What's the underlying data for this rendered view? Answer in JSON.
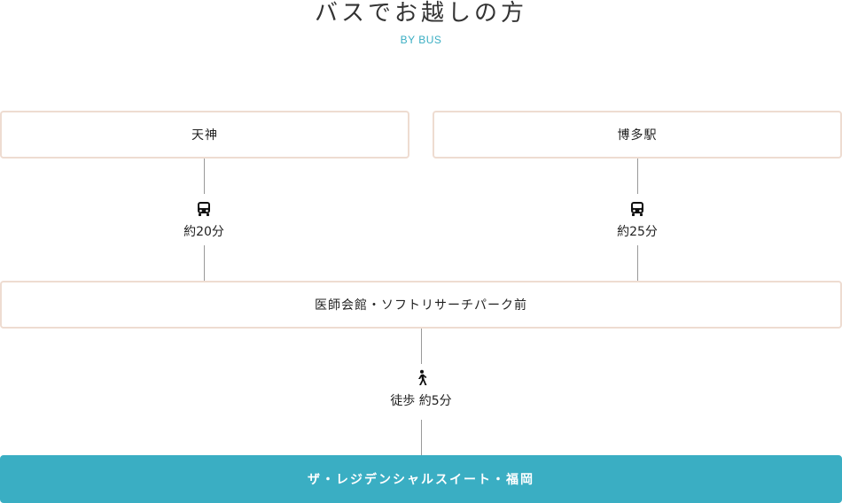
{
  "header": {
    "title": "バスでお越しの方",
    "subtitle": "BY BUS"
  },
  "routes": {
    "left": {
      "start": "天神",
      "mode_icon": "bus-icon",
      "duration": "約20分"
    },
    "right": {
      "start": "博多駅",
      "mode_icon": "bus-icon",
      "duration": "約25分"
    }
  },
  "transfer": {
    "stop": "医師会館・ソフトリサーチパーク前",
    "mode_icon": "walking-icon",
    "duration": "徒歩 約5分"
  },
  "destination": {
    "name": "ザ・レジデンシャルスイート・福岡"
  },
  "colors": {
    "accent": "#3aaec3",
    "box_border": "#eedcd1",
    "connector": "#999999"
  }
}
